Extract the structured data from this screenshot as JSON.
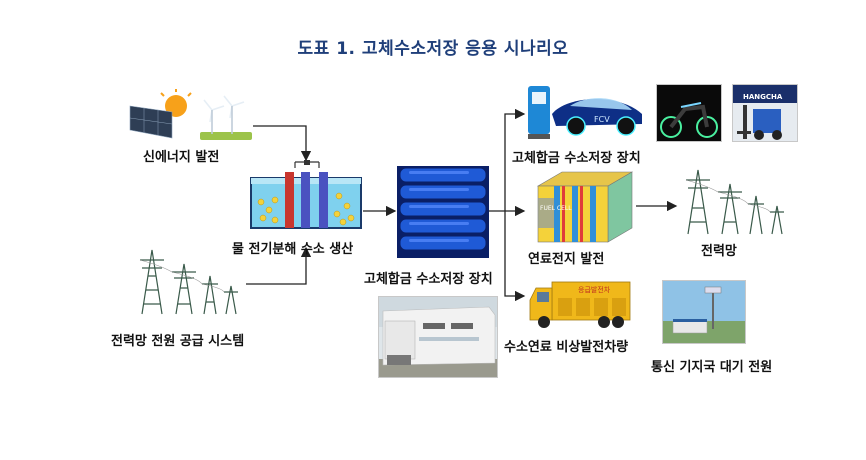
{
  "title": "도표 1. 고체수소저장 응용 시나리오",
  "labels": {
    "renewable": "신에너지 발전",
    "electrolysis": "물 전기분해 수소 생산",
    "grid_supply": "전력망 전원 공급 시스템",
    "solid_storage_center": "고체합금 수소저장 장치",
    "solid_storage_top": "고체합금 수소저장 장치",
    "fuel_cell": "연료전지 발전",
    "grid_out": "전력망",
    "emergency_vehicle": "수소연료 비상발전차량",
    "telecom": "통신 기지국 대기 전원"
  },
  "image_text": {
    "car_text": "FCV",
    "forklift_brand": "HANGCHA",
    "fuel_cell_text": "FUEL CELL",
    "truck_text": "응급발전차"
  }
}
